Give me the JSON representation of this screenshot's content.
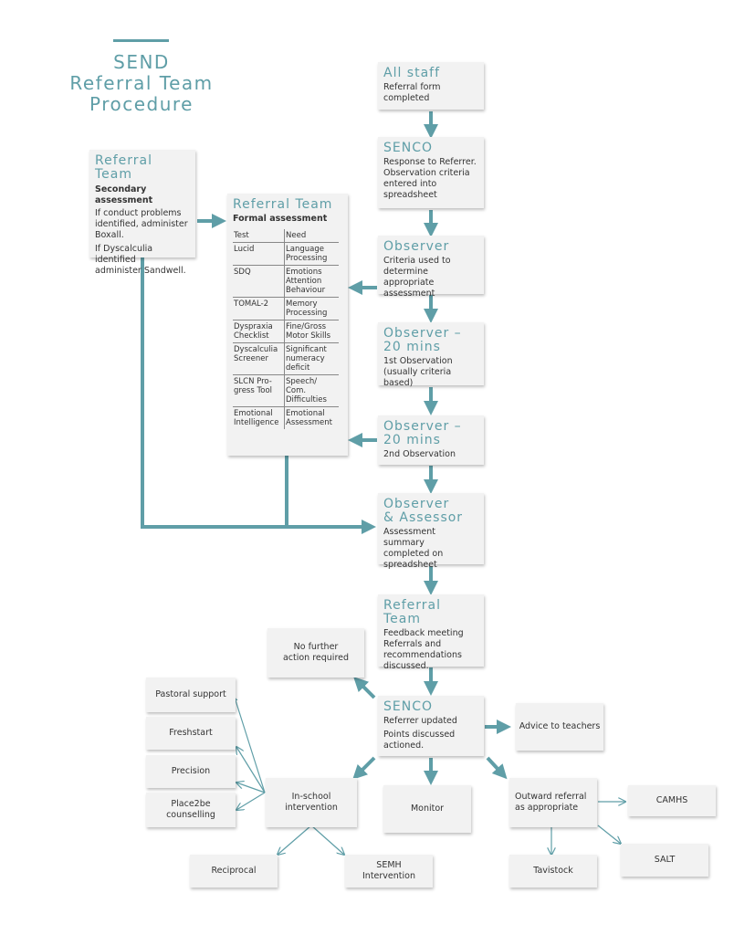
{
  "colors": {
    "accent": "#5f9ea7",
    "box": "#f2f2f2",
    "text": "#333333"
  },
  "title": "SEND\nReferral Team\nProcedure",
  "steps": {
    "all_staff": {
      "heading": "All staff",
      "text": "Referral form\ncompleted"
    },
    "senco1": {
      "heading": "SENCO",
      "text": "Response to Referrer.\nObservation criteria\nentered into\nspreadsheet"
    },
    "observer": {
      "heading": "Observer",
      "text": "Criteria used to\ndetermine appropriate\nassessment"
    },
    "obs20a": {
      "heading": "Observer –\n20 mins",
      "text": "1st Observation\n(usually criteria based)"
    },
    "obs20b": {
      "heading": "Observer –\n20 mins",
      "text": "2nd Observation"
    },
    "obs_assessor": {
      "heading": "Observer\n& Assessor",
      "text": "Assessment summary\ncompleted on\nspreadsheet"
    },
    "ref_team_feedback": {
      "heading": "Referral Team",
      "text": "Feedback meeting\nReferrals and\nrecommendations\ndiscussed."
    },
    "senco2": {
      "heading": "SENCO",
      "text1": "Referrer updated",
      "text2": "Points discussed\nactioned."
    }
  },
  "secondary": {
    "heading": "Referral Team",
    "subheading": "Secondary\nassessment",
    "text1": "If conduct problems\nidentified, administer\nBoxall.",
    "text2": "If Dyscalculia identified\nadminister Sandwell."
  },
  "formal": {
    "heading": "Referral Team",
    "subheading": "Formal assessment",
    "col_test": "Test",
    "col_need": "Need",
    "rows": [
      {
        "test": "Lucid",
        "need": "Language\nProcessing"
      },
      {
        "test": "SDQ",
        "need": "Emotions\nAttention\nBehaviour"
      },
      {
        "test": "TOMAL-2",
        "need": "Memory\nProcessing"
      },
      {
        "test": "Dyspraxia\nChecklist",
        "need": "Fine/Gross\nMotor Skills"
      },
      {
        "test": "Dyscalculia\nScreener",
        "need": "Significant\nnumeracy\ndeficit"
      },
      {
        "test": "SLCN Pro-\ngress Tool",
        "need": "Speech/\nCom.\nDifficulties"
      },
      {
        "test": "Emotional\nIntelligence",
        "need": "Emotional\nAssessment"
      }
    ]
  },
  "outcomes": {
    "no_further": "No further\naction required",
    "advice": "Advice to teachers",
    "in_school": "In-school\nintervention",
    "monitor": "Monitor",
    "outward": "Outward referral\nas appropriate",
    "pastoral": "Pastoral support",
    "freshstart": "Freshstart",
    "precision": "Precision",
    "place2be": "Place2be\ncounselling",
    "reciprocal": "Reciprocal",
    "semh": "SEMH\nIntervention",
    "camhs": "CAMHS",
    "tavistock": "Tavistock",
    "salt": "SALT"
  }
}
